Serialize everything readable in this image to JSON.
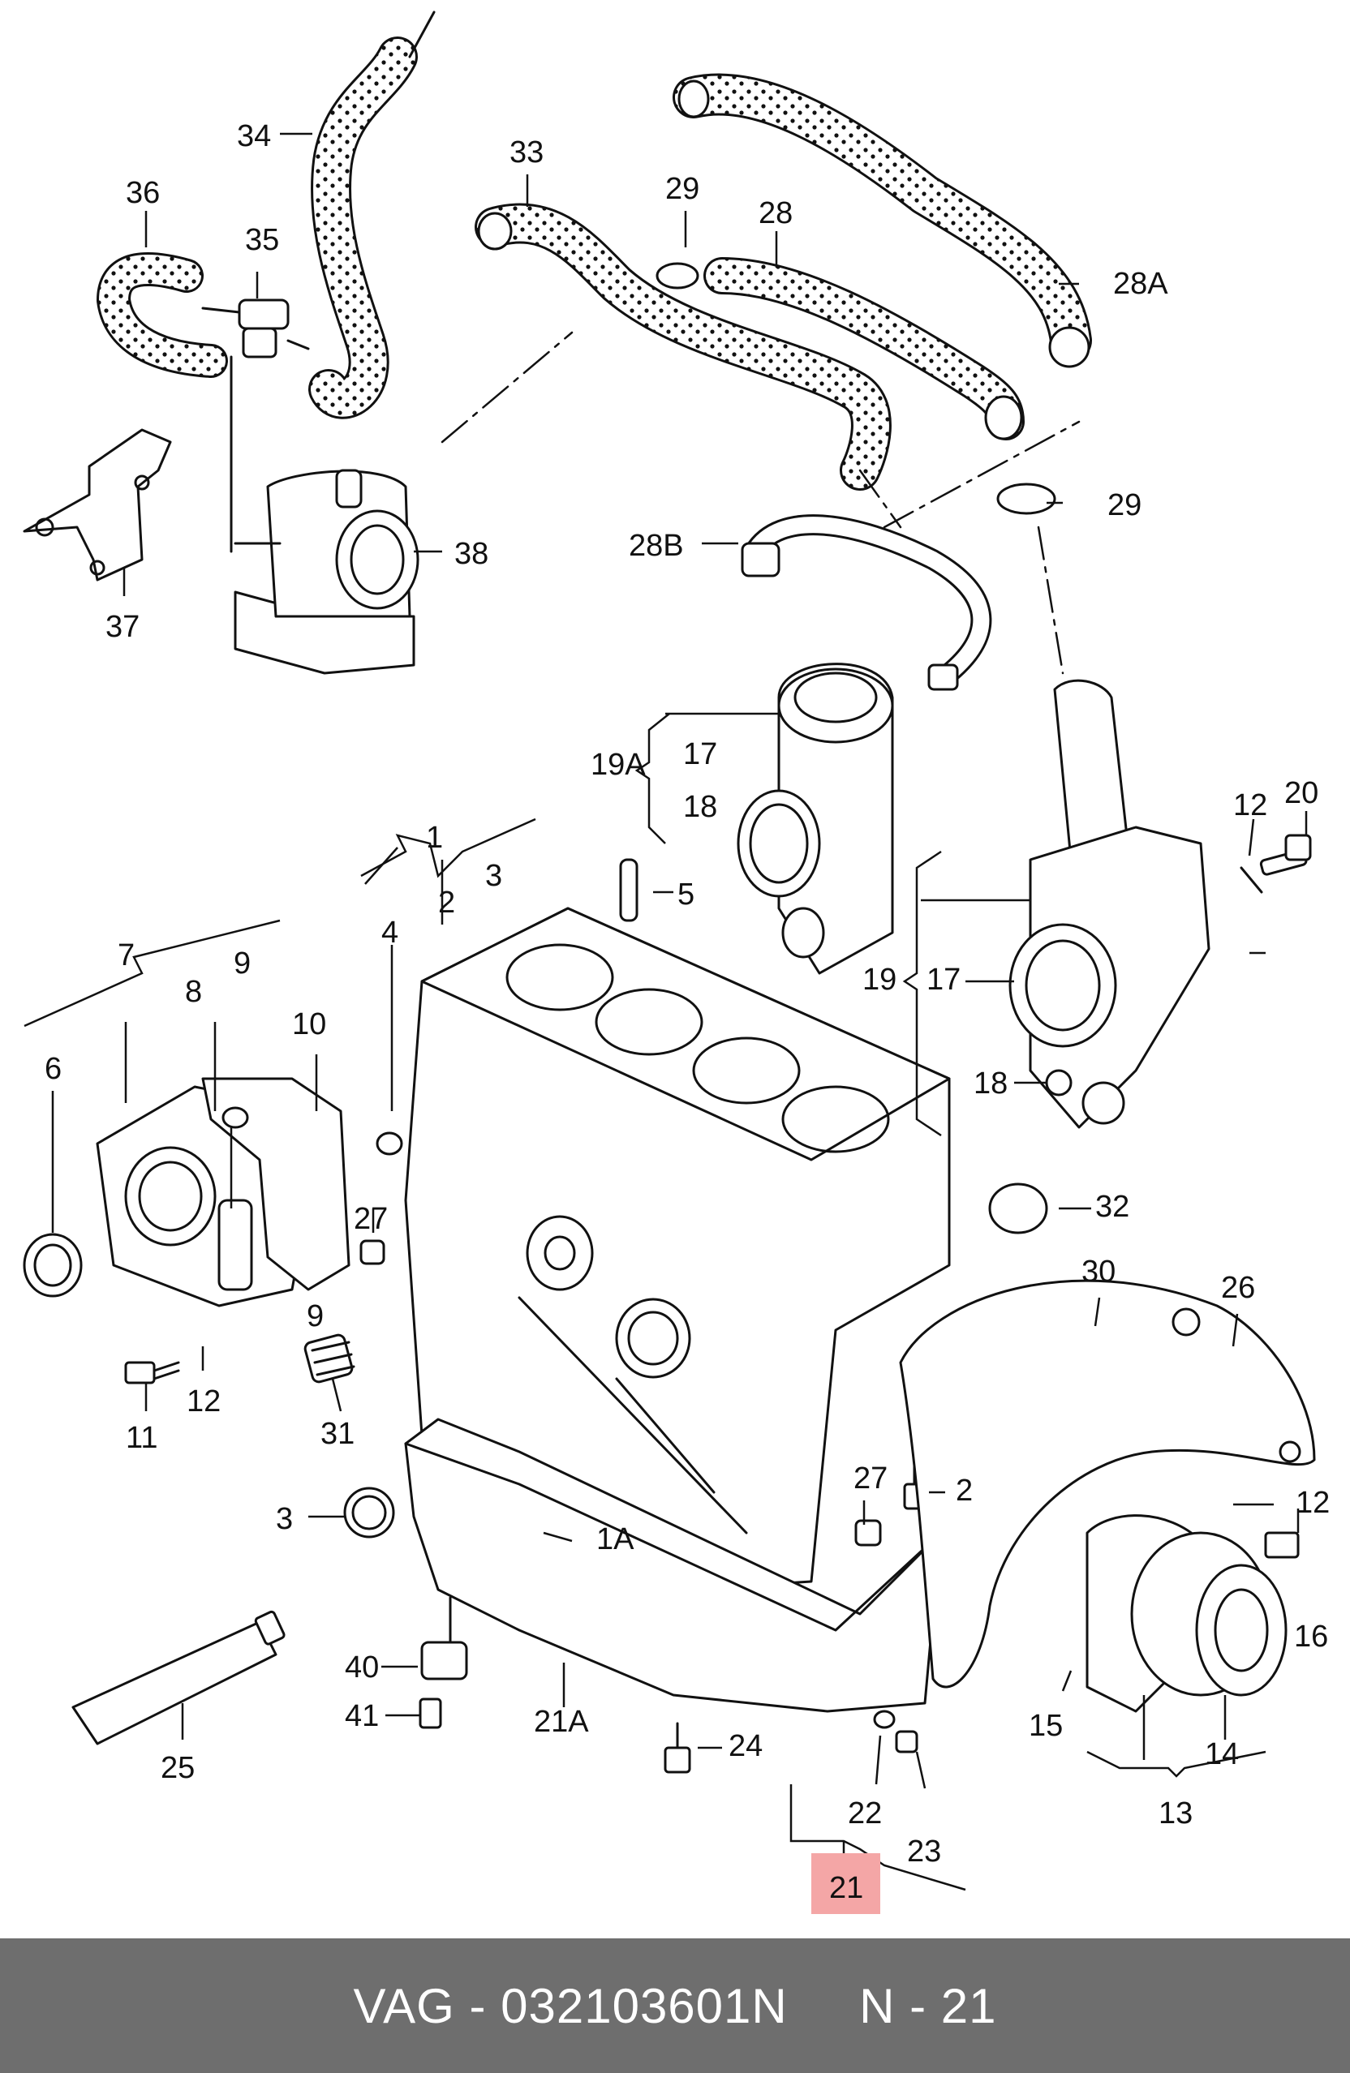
{
  "footer": {
    "text": "VAG - 032103601N     N - 21"
  },
  "highlight": {
    "label": "21",
    "color": "#f4a6a6"
  },
  "labels": {
    "l1": "1",
    "l1A": "1A",
    "l2": "2",
    "l2b": "2",
    "l3": "3",
    "l3b": "3",
    "l4": "4",
    "l5": "5",
    "l6": "6",
    "l7": "7",
    "l8": "8",
    "l9": "9",
    "l9b": "9",
    "l10": "10",
    "l11": "11",
    "l12": "12",
    "l12b": "12",
    "l12c": "12",
    "l13": "13",
    "l14": "14",
    "l15": "15",
    "l16": "16",
    "l17": "17",
    "l17b": "17",
    "l18": "18",
    "l18b": "18",
    "l19": "19",
    "l19A": "19A",
    "l20": "20",
    "l21A": "21A",
    "l22": "22",
    "l23": "23",
    "l24": "24",
    "l25": "25",
    "l26": "26",
    "l27": "27",
    "l27b": "27",
    "l28": "28",
    "l28A": "28A",
    "l28B": "28B",
    "l29": "29",
    "l29b": "29",
    "l30": "30",
    "l31": "31",
    "l32": "32",
    "l33": "33",
    "l34": "34",
    "l35": "35",
    "l36": "36",
    "l37": "37",
    "l38": "38",
    "l40": "40",
    "l41": "41"
  }
}
